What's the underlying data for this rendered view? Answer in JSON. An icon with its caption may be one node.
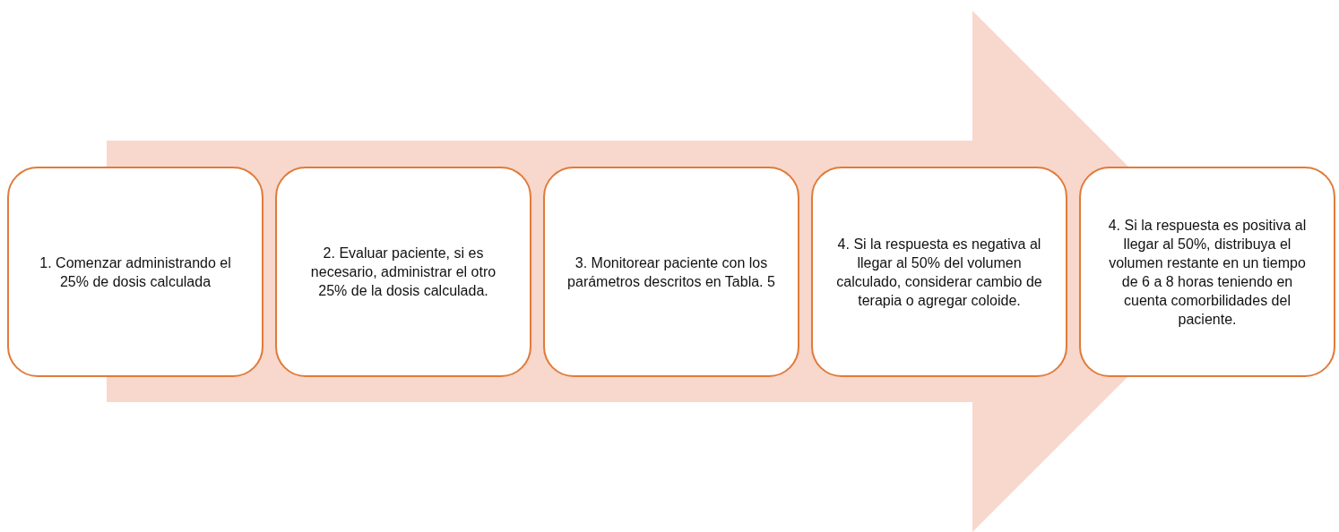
{
  "diagram": {
    "nodes": [
      {
        "text": [
          "1. Comenzar administrando el 25% de dosis calculada"
        ]
      },
      {
        "text": [
          "2. Evaluar paciente, si es necesario, administrar el otro 25% de la dosis calculada."
        ]
      },
      {
        "text": [
          "3. Monitorear paciente con los parámetros descritos en Tabla. 5"
        ]
      },
      {
        "text": [
          "4. Si la respuesta es negativa al llegar al 50% del volumen calculado, considerar cambio de terapia o agregar coloide."
        ]
      },
      {
        "text": [
          "4. Si la respuesta es positiva al llegar al 50%, distribuya el volumen restante en un tiempo de 6 a 8 horas teniendo en cuenta comorbilidades del paciente."
        ]
      }
    ],
    "edges": [
      {
        "from": 0,
        "to": 4,
        "arrow": "to"
      }
    ]
  }
}
